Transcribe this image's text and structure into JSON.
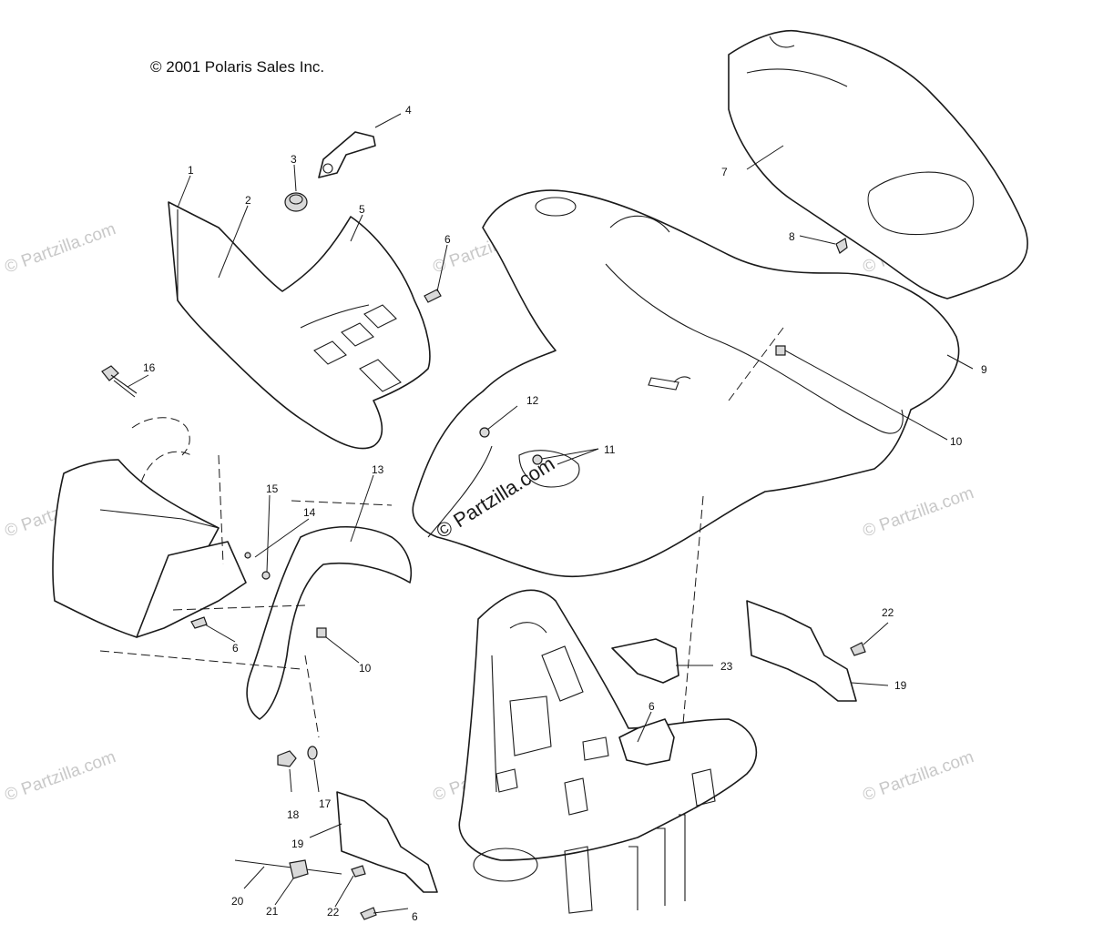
{
  "copyright": "© 2001 Polaris Sales Inc.",
  "watermark": "© Partzilla.com",
  "center_watermark": "© Partzilla.com",
  "callouts": {
    "c1": "1",
    "c2": "2",
    "c3": "3",
    "c4": "4",
    "c5": "5",
    "c6a": "6",
    "c6b": "6",
    "c6c": "6",
    "c6d": "6",
    "c7": "7",
    "c8": "8",
    "c9": "9",
    "c10a": "10",
    "c10b": "10",
    "c11": "11",
    "c12": "12",
    "c13": "13",
    "c14": "14",
    "c15": "15",
    "c16": "16",
    "c17": "17",
    "c18": "18",
    "c19a": "19",
    "c19b": "19",
    "c20": "20",
    "c21": "21",
    "c22a": "22",
    "c22b": "22",
    "c23": "23"
  },
  "colors": {
    "line": "#1a1a1a",
    "watermark": "#c8c8c8",
    "background": "#ffffff"
  }
}
